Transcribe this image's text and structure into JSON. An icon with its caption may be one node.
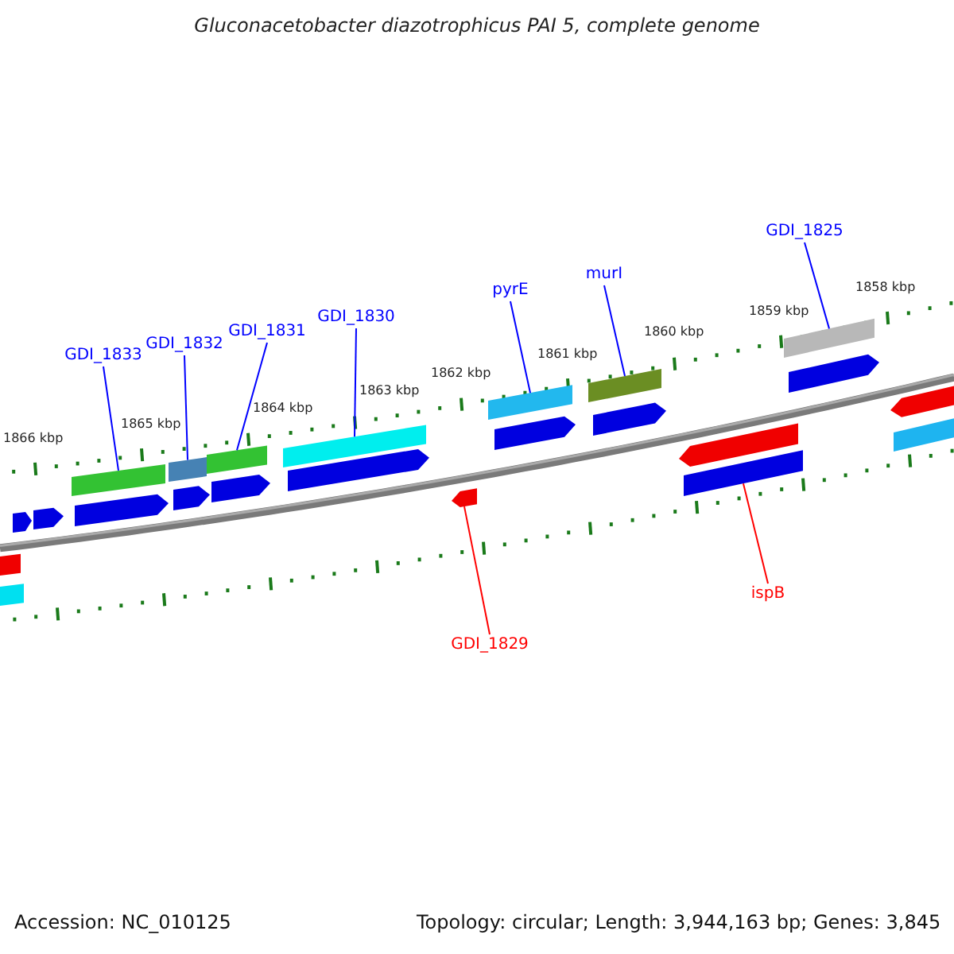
{
  "diagram": {
    "title": "Gluconacetobacter diazotrophicus PAI 5, complete genome",
    "nodes": [
      {
        "text": [
          "GDI_1833"
        ]
      },
      {
        "text": [
          "GDI_1832"
        ]
      },
      {
        "text": [
          "GDI_1831"
        ]
      },
      {
        "text": [
          "GDI_1830"
        ]
      },
      {
        "text": [
          "pyrE"
        ]
      },
      {
        "text": [
          "murI"
        ]
      },
      {
        "text": [
          "GDI_1825"
        ]
      },
      {
        "text": [
          "GDI_1829"
        ]
      },
      {
        "text": [
          "ispB"
        ]
      },
      {
        "text": [],
        "shape": "bar"
      },
      {
        "text": [],
        "shape": "bar"
      },
      {
        "text": [],
        "shape": "bar"
      },
      {
        "text": [],
        "shape": "bar"
      },
      {
        "text": [],
        "shape": "bar"
      },
      {
        "text": [],
        "shape": "bar"
      },
      {
        "text": [],
        "shape": "bar"
      },
      {
        "text": [],
        "shape": "arrow"
      },
      {
        "text": [],
        "shape": "bar"
      },
      {
        "text": [],
        "shape": "arrow"
      },
      {
        "text": [],
        "shape": "arrow"
      }
    ],
    "edges": [
      {
        "from": 0,
        "to": 9,
        "arrow": "none"
      },
      {
        "from": 1,
        "to": 10,
        "arrow": "none"
      },
      {
        "from": 2,
        "to": 11,
        "arrow": "none"
      },
      {
        "from": 3,
        "to": 12,
        "arrow": "none"
      },
      {
        "from": 4,
        "to": 13,
        "arrow": "none"
      },
      {
        "from": 5,
        "to": 14,
        "arrow": "none"
      },
      {
        "from": 6,
        "to": 15,
        "arrow": "none"
      },
      {
        "from": 7,
        "to": 16,
        "arrow": "none",
        "color": "#ff0000"
      },
      {
        "from": 8,
        "to": 17,
        "arrow": "none",
        "color": "#ff0000"
      }
    ],
    "labels": [
      "1866 kbp",
      "1865 kbp",
      "1864 kbp",
      "1863 kbp",
      "1862 kbp",
      "1861 kbp",
      "1860 kbp",
      "1859 kbp",
      "1858 kbp",
      "Accession: NC_010125",
      "Topology: circular; Length: 3,944,163 bp; Genes: 3,845"
    ]
  }
}
